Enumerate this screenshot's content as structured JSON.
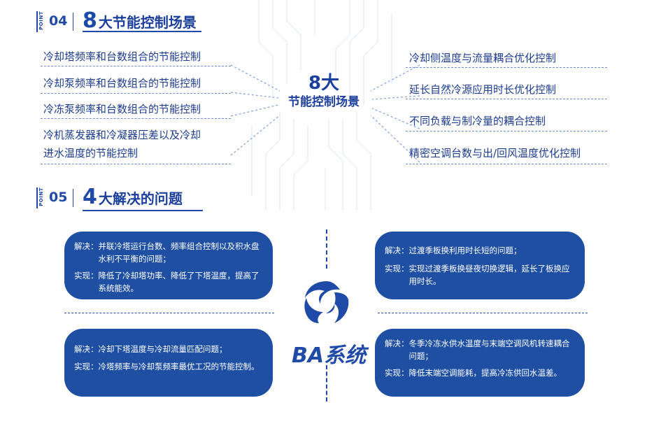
{
  "section1": {
    "point_label": "POINT",
    "number": "04",
    "title_big": "8",
    "title_rest": "大节能控制场景",
    "center_line1": "8大",
    "center_line2": "节能控制场景",
    "left_items": [
      "冷却塔频率和台数组合的节能控制",
      "冷却泵频率和台数组合的节能控制",
      "冷冻泵频率和台数组合的节能控制",
      "冷机蒸发器和冷凝器压差以及冷却",
      "进水温度的节能控制"
    ],
    "right_items": [
      "冷却侧温度与流量耦合优化控制",
      "延长自然冷源应用时长优化控制",
      "不同负载与制冷量的耦合控制",
      "精密空调台数与出/回风温度优化控制"
    ]
  },
  "section2": {
    "point_label": "POINT",
    "number": "05",
    "title_big": "4",
    "title_rest": "大解决的问题",
    "center_label": "BA系统",
    "boxes": [
      {
        "k1": "解决：",
        "v1": "并联冷塔运行台数、频率组合控制以及积水盘水利不平衡的问题；",
        "k2": "实现：",
        "v2": "降低了冷却塔功率、降低了下塔温度，提高了系统能效。"
      },
      {
        "k1": "解决：",
        "v1": "过渡季板换利用时长短的问题；",
        "k2": "实现：",
        "v2": "实现过渡季板换昼夜切换逻辑，延长了板换应用时长。"
      },
      {
        "k1": "解决：",
        "v1": "冷却下塔温度与冷却流量匹配问题；",
        "k2": "实现：",
        "v2": "冷塔频率与冷却泵频率最优工况的节能控制。"
      },
      {
        "k1": "解决：",
        "v1": "冬季冷冻水供水温度与末端空调风机转速耦合问题；",
        "k2": "实现：",
        "v2": "降低末端空调能耗，提高冷冻供回水温差。"
      }
    ]
  },
  "colors": {
    "primary": "#1f4aa8",
    "box_bg": "#1e4fa3",
    "dash": "#6a8fd6"
  },
  "icons": [
    "ba-logo-icon",
    "circuit-background"
  ]
}
